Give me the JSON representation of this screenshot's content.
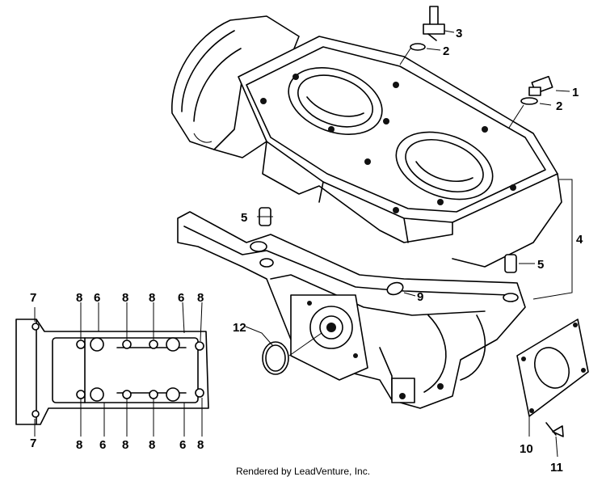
{
  "footer": {
    "credit": "Rendered by LeadVenture, Inc."
  },
  "callouts": {
    "c1": "1",
    "c2a": "2",
    "c2b": "2",
    "c3": "3",
    "c4": "4",
    "c5a": "5",
    "c5b": "5",
    "c9": "9",
    "c10": "10",
    "c11": "11",
    "c12": "12",
    "d7a": "7",
    "d7b": "7",
    "t8a": "8",
    "t6a": "6",
    "t8b": "8",
    "t8c": "8",
    "t6b": "6",
    "t8d": "8",
    "b8a": "8",
    "b6a": "6",
    "b8b": "8",
    "b8c": "8",
    "b6b": "6",
    "b8d": "8"
  }
}
